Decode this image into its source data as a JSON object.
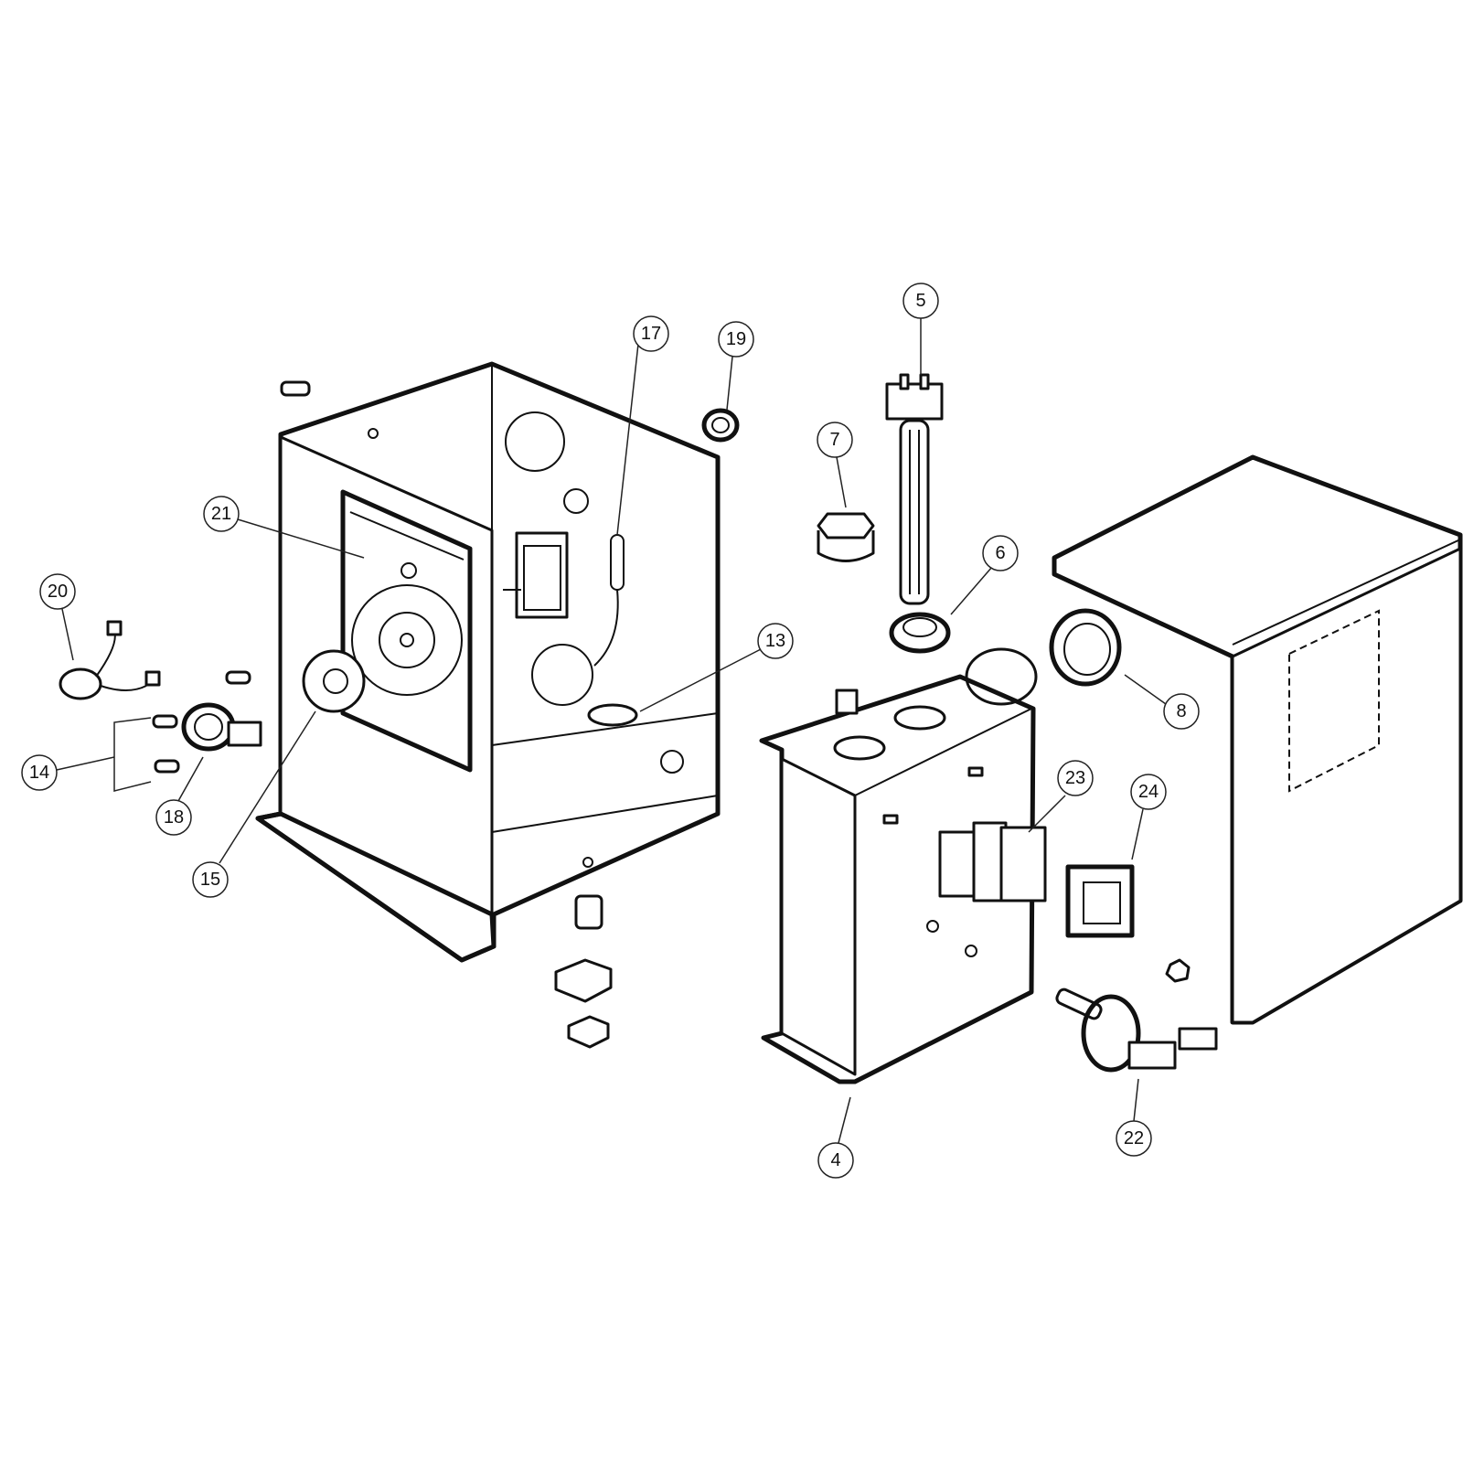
{
  "diagram": {
    "type": "exploded parts diagram",
    "callouts": [
      "17",
      "19",
      "5",
      "7",
      "6",
      "21",
      "20",
      "13",
      "8",
      "14",
      "18",
      "15",
      "23",
      "24",
      "4",
      "22"
    ]
  }
}
